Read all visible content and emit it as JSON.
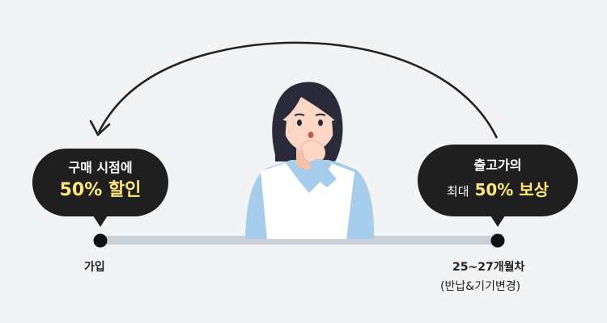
{
  "bubbles": {
    "purchase": {
      "line1": "구매 시점에",
      "line2": "50% 할인"
    },
    "trade_in": {
      "line1": "출고가의",
      "line2_prefix": "최대",
      "line2_highlight": "50% 보상"
    }
  },
  "timeline": {
    "start_label": "가입",
    "end_label": "25~27개월차",
    "end_sublabel": "(반납&기기변경)"
  },
  "colors": {
    "background": "#f2f3f5",
    "bubble": "#1f1f1f",
    "highlight_text": "#ffe57a",
    "timeline_bar": "#c9d0d8",
    "dot": "#111111",
    "arrow": "#222222",
    "shirt": "#a7cdec",
    "vest": "#ffffff",
    "hair": "#2a2a3a",
    "skin": "#fbd7c4"
  },
  "illustration": {
    "subject": "woman-thinking-icon"
  }
}
